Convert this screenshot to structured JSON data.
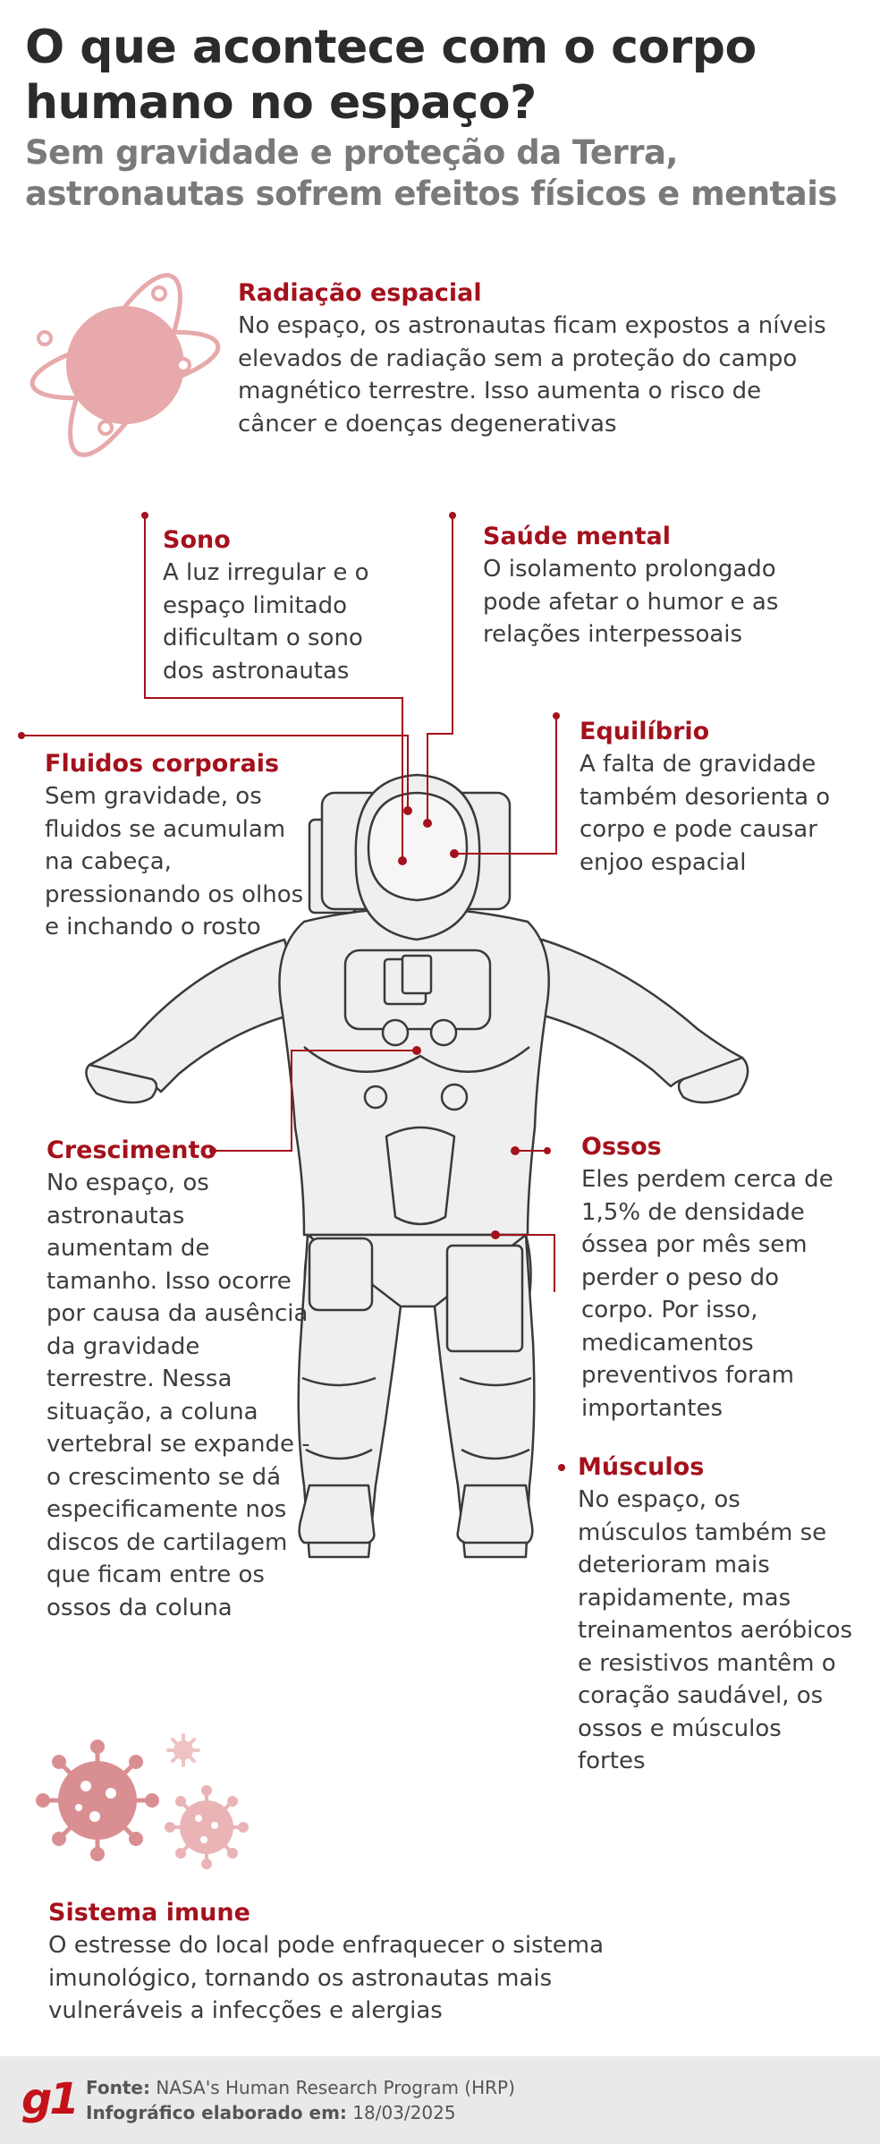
{
  "header": {
    "title": "O que acontece com o corpo humano no espaço?",
    "subtitle": "Sem gravidade e proteção da Terra, astronautas sofrem efeitos físicos e mentais"
  },
  "sections": {
    "radiacao": {
      "title": "Radiação espacial",
      "body": "No espaço, os astronautas ficam expostos a níveis elevados de radiação sem a proteção do campo magnético terrestre. Isso aumenta o risco de câncer e doenças degenerativas"
    },
    "sono": {
      "title": "Sono",
      "body": "A luz irregular e o espaço limitado dificultam o sono dos astronautas"
    },
    "saude_mental": {
      "title": "Saúde mental",
      "body": "O isolamento prolongado pode afetar o humor e as relações interpessoais"
    },
    "equilibrio": {
      "title": "Equilíbrio",
      "body": "A falta de gravidade também desorienta o corpo e pode causar enjoo espacial"
    },
    "fluidos": {
      "title": "Fluidos corporais",
      "body": "Sem gravidade, os fluidos se acumulam na cabeça, pressionando os olhos e inchando o rosto"
    },
    "crescimento": {
      "title": "Crescimento",
      "body": "No espaço, os astronautas aumentam de tamanho. Isso ocorre por causa da ausência da gravidade terrestre. Nessa situação, a coluna vertebral se expande - o crescimento se dá especificamente nos discos de cartilagem que ficam entre os ossos da coluna"
    },
    "ossos": {
      "title": "Ossos",
      "body": "Eles perdem cerca de 1,5% de densidade óssea por mês sem perder o peso do corpo. Por isso, medicamentos preventivos foram importantes"
    },
    "musculos": {
      "title": "Músculos",
      "body": "No espaço, os músculos também se deterioram mais rapidamente, mas treinamentos aeróbicos e resistivos mantêm o coração saudável, os ossos e músculos fortes"
    },
    "imune": {
      "title": "Sistema imune",
      "body": "O estresse do local pode enfraquecer o sistema imunológico, tornando os astronautas mais vulneráveis a infecções e alergias"
    }
  },
  "footer": {
    "logo": "g1",
    "source_label": "Fonte:",
    "source_value": "NASA's Human Research Program (HRP)",
    "date_label": "Infográfico elaborado em:",
    "date_value": "18/03/2025"
  },
  "colors": {
    "accent": "#a4111c",
    "illustration_pink": "#e4a5a7",
    "suit_fill": "#efefef",
    "suit_stroke": "#3a3a3a",
    "footer_bg": "#e9e9e9"
  },
  "icons": [
    "planet-icon",
    "virus-icon",
    "astronaut-illustration"
  ]
}
